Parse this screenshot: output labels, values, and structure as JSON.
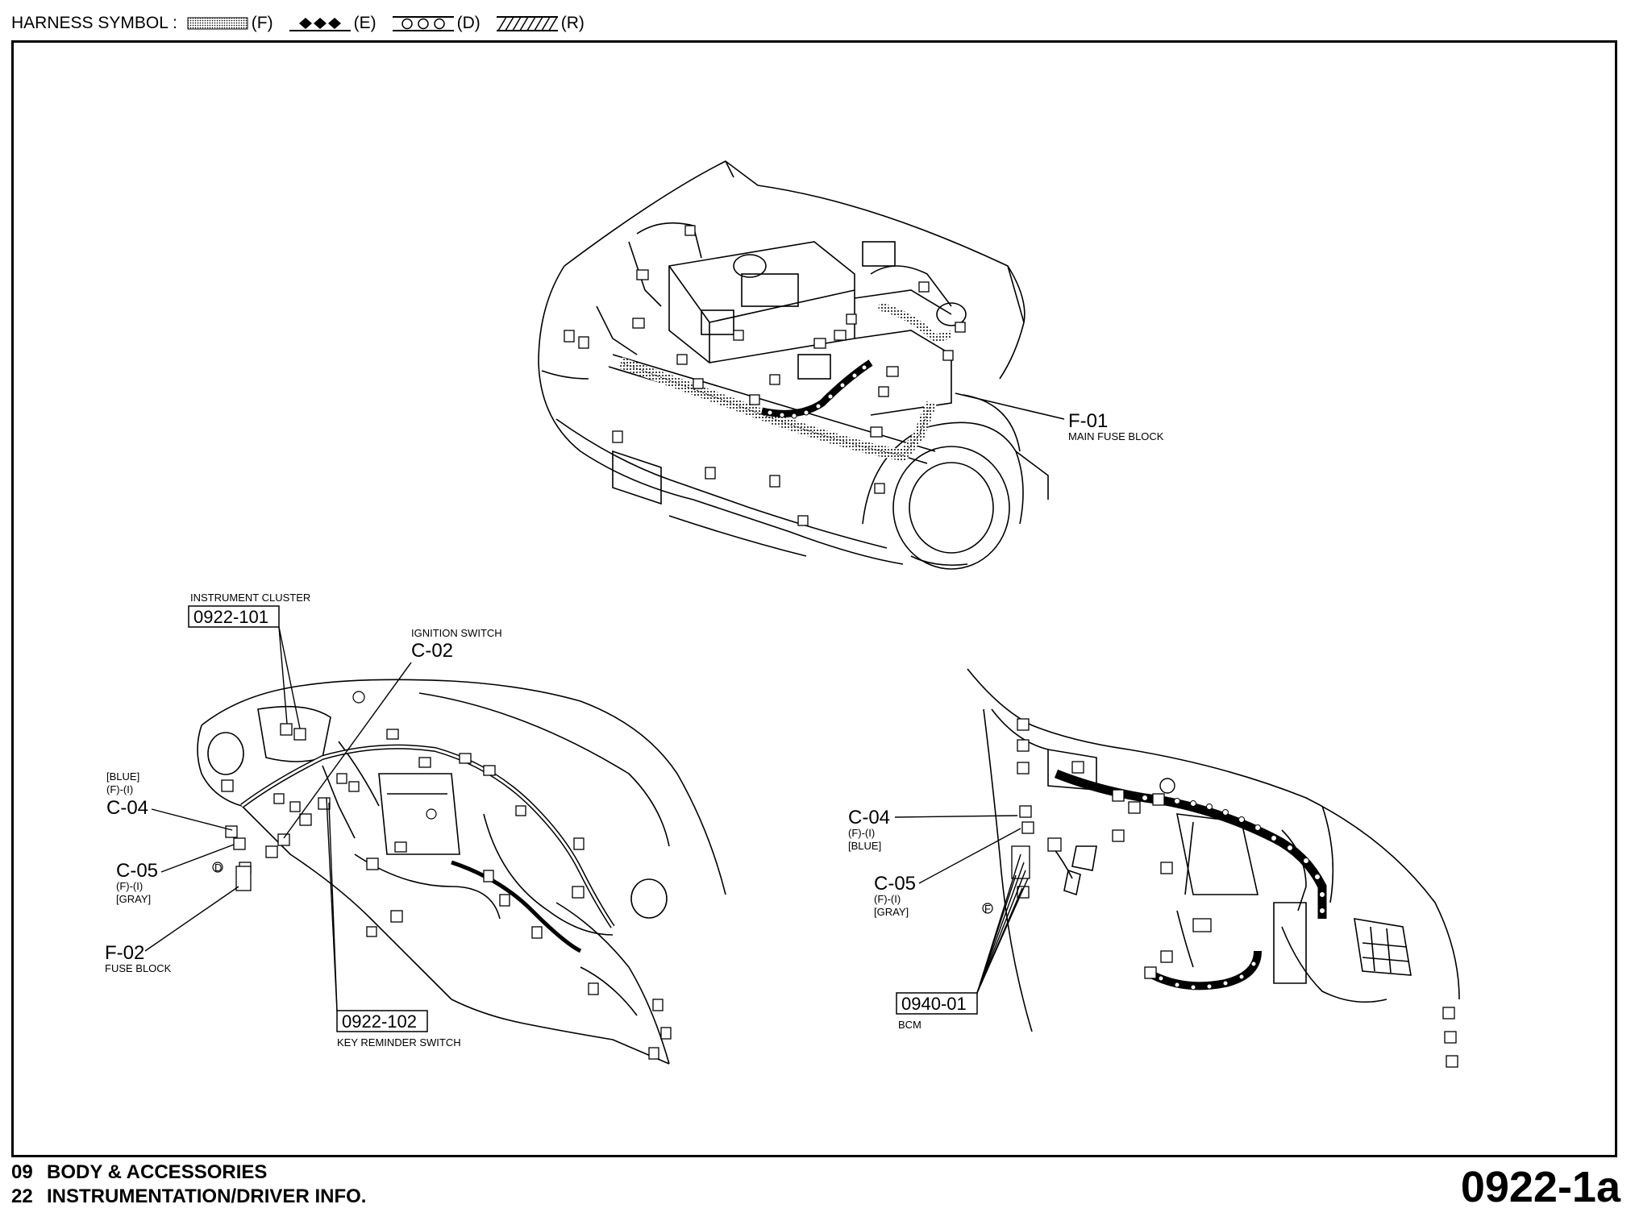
{
  "legend": {
    "label": "HARNESS SYMBOL :",
    "items": [
      {
        "code": "(F)",
        "icon": "dotted-harness-icon"
      },
      {
        "code": "(E)",
        "icon": "diamond-harness-icon"
      },
      {
        "code": "(D)",
        "icon": "circle-harness-icon"
      },
      {
        "code": "(R)",
        "icon": "hatched-harness-icon"
      }
    ]
  },
  "callouts": {
    "f01": {
      "code": "F-01",
      "desc": "MAIN FUSE BLOCK"
    },
    "instrument_cluster": {
      "desc": "INSTRUMENT CLUSTER",
      "box": "0922-101"
    },
    "ignition_switch": {
      "desc": "IGNITION SWITCH",
      "code": "C-02"
    },
    "left_c04": {
      "color": "[BLUE]",
      "area": "(F)-(I)",
      "code": "C-04"
    },
    "left_c05": {
      "code": "C-05",
      "area": "(F)-(I)",
      "color": "[GRAY]"
    },
    "f02": {
      "code": "F-02",
      "desc": "FUSE BLOCK"
    },
    "key_reminder": {
      "box": "0922-102",
      "desc": "KEY REMINDER SWITCH"
    },
    "right_c04": {
      "code": "C-04",
      "area": "(F)-(I)",
      "color": "[BLUE]"
    },
    "right_c05": {
      "code": "C-05",
      "area": "(F)-(I)",
      "color": "[GRAY]"
    },
    "bcm": {
      "box": "0940-01",
      "desc": "BCM"
    },
    "marker_f": "F",
    "marker_d": "D"
  },
  "footer": {
    "line1_num": "09",
    "line1_text": "BODY & ACCESSORIES",
    "line2_num": "22",
    "line2_text": "INSTRUMENTATION/DRIVER INFO.",
    "page_code": "0922-1a"
  }
}
